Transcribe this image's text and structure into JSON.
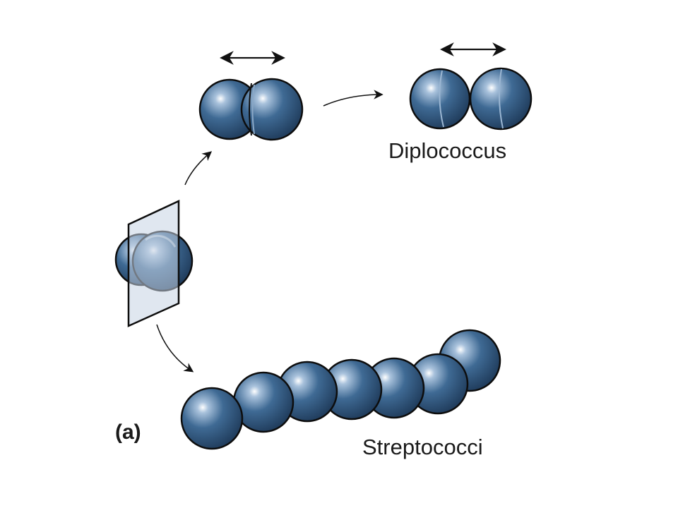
{
  "figure": {
    "panel_label": "(a)",
    "labels": {
      "diplococcus": "Diplococcus",
      "streptococci": "Streptococci"
    },
    "colors": {
      "cell": "#3c6690",
      "cell_dark": "#1e3a5c",
      "outline": "#0d0d0d",
      "highlight": "#ffffff",
      "division_plane": "#c7d3e4"
    },
    "icons": [
      "division-plane-icon",
      "growth-arrow-icon",
      "elongation-arrow-icon"
    ]
  }
}
